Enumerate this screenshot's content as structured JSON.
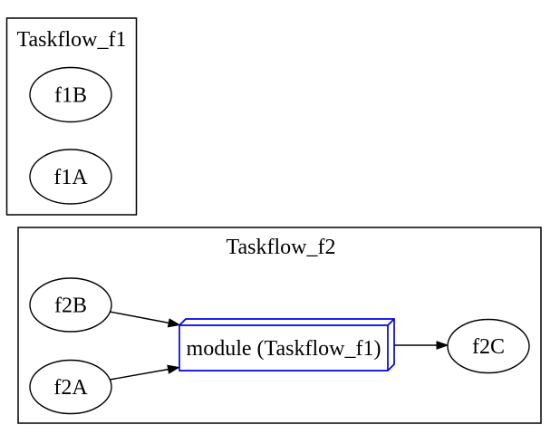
{
  "diagram": {
    "background_color": "#ffffff",
    "default_stroke_color": "#000000",
    "module_stroke_color": "#0000ee",
    "clusters": {
      "f1": {
        "label": "Taskflow_f1"
      },
      "f2": {
        "label": "Taskflow_f2"
      }
    },
    "nodes": {
      "f1B": {
        "label": "f1B",
        "shape": "ellipse"
      },
      "f1A": {
        "label": "f1A",
        "shape": "ellipse"
      },
      "f2B": {
        "label": "f2B",
        "shape": "ellipse"
      },
      "f2A": {
        "label": "f2A",
        "shape": "ellipse"
      },
      "module": {
        "label": "module (Taskflow_f1)",
        "shape": "box3d"
      },
      "f2C": {
        "label": "f2C",
        "shape": "ellipse"
      }
    },
    "edges": [
      {
        "from": "f2B",
        "to": "module"
      },
      {
        "from": "f2A",
        "to": "module"
      },
      {
        "from": "module",
        "to": "f2C"
      }
    ]
  }
}
